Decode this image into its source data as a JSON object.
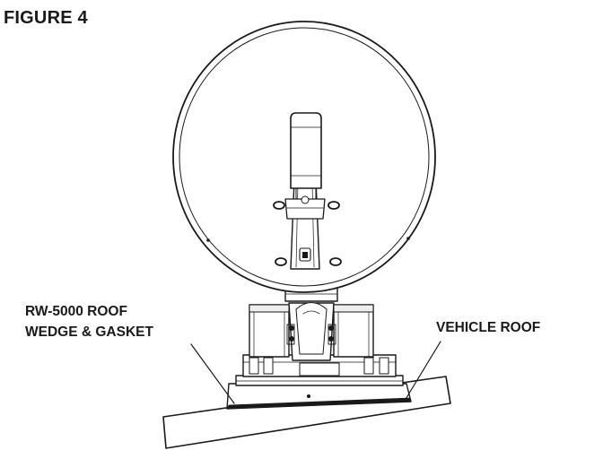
{
  "figure": {
    "title": "FIGURE 4"
  },
  "callouts": {
    "wedge_line_1": "RW-5000 ROOF",
    "wedge_line_2": "WEDGE & GASKET",
    "vehicle_roof": "VEHICLE ROOF"
  },
  "colors": {
    "ink": "#1a1a1a",
    "paper": "#ffffff",
    "light_fill": "#efefef"
  }
}
